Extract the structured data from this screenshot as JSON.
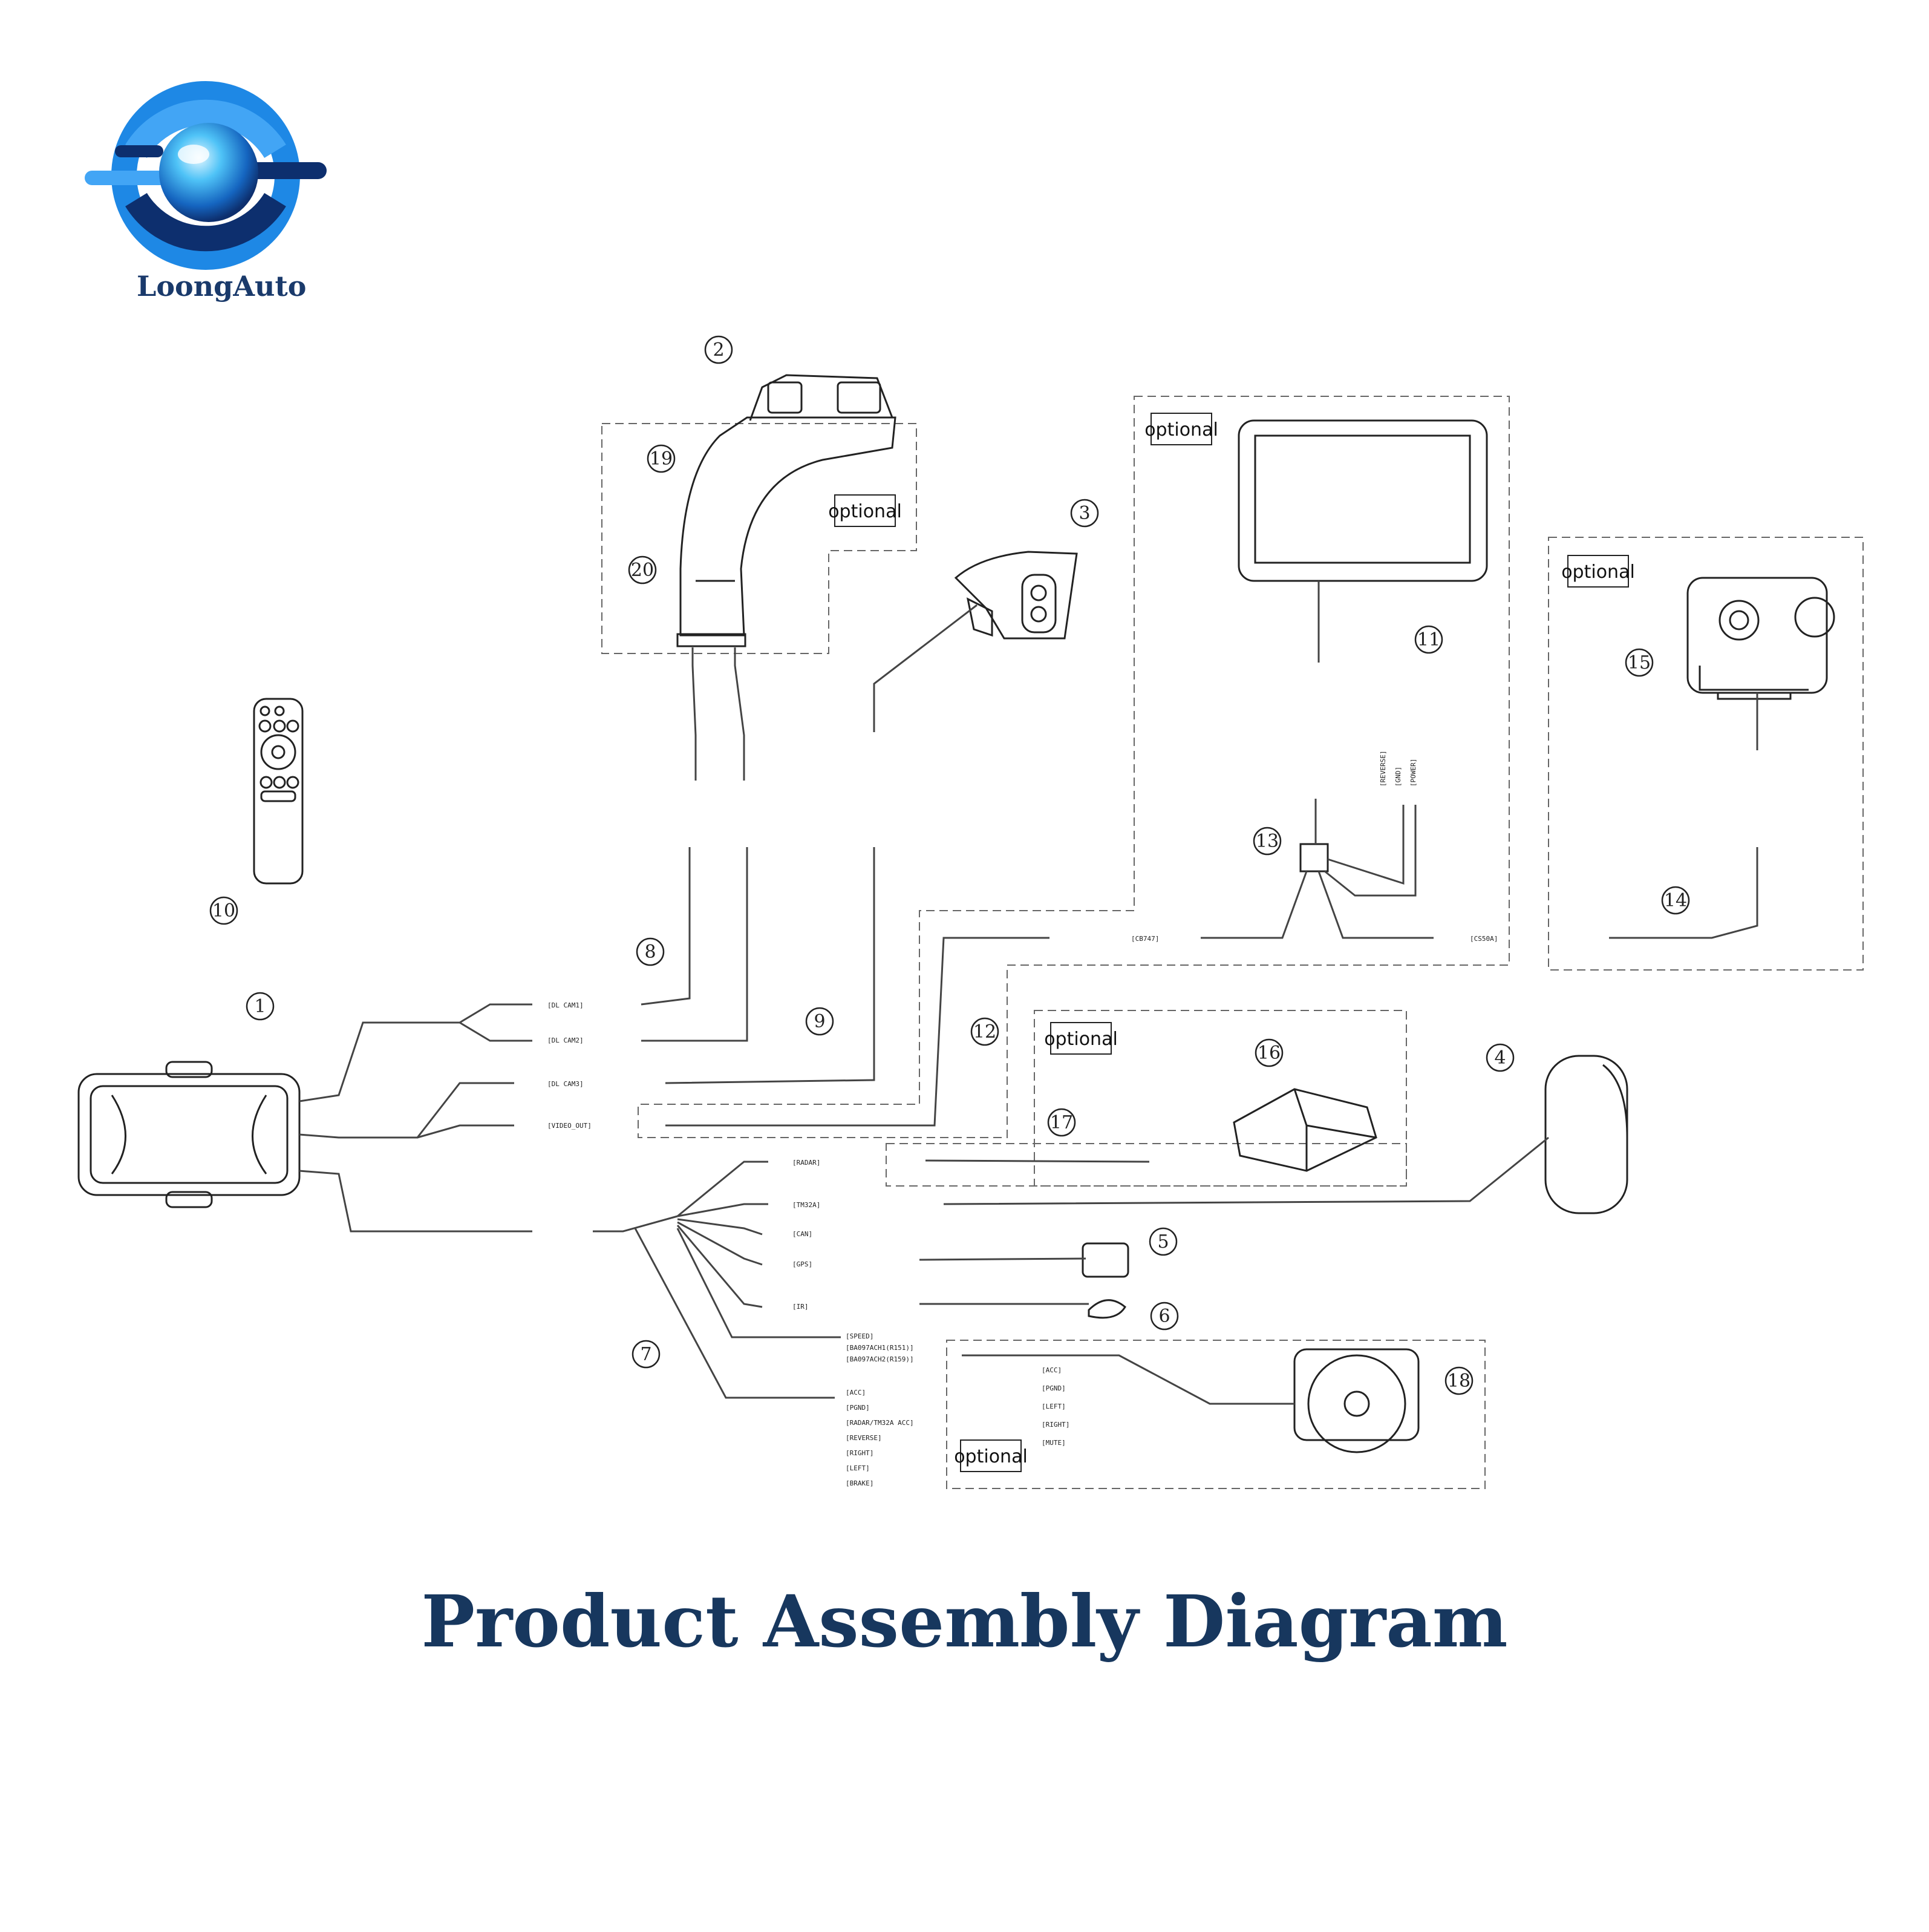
{
  "brand": {
    "name": "LoongAuto",
    "colors": {
      "primary": "#1e88e5",
      "dark": "#0d2f6e",
      "light": "#4fc3f7"
    }
  },
  "title": "Product Assembly Diagram",
  "optional_label": "optional",
  "callouts": [
    "1",
    "2",
    "3",
    "4",
    "5",
    "6",
    "7",
    "8",
    "9",
    "10",
    "11",
    "12",
    "13",
    "14",
    "15",
    "16",
    "17",
    "18",
    "19",
    "20"
  ],
  "connector_labels": {
    "dl_cam1": "[DL CAM1]",
    "dl_cam2": "[DL CAM2]",
    "dl_cam3": "[DL CAM3]",
    "video_out": "[VIDEO_OUT]",
    "cb747": "[CB747]",
    "cs50a": "[CS50A]",
    "radar": "[RADAR]",
    "tm32a": "[TM32A]",
    "can": "[CAN]",
    "gps": "[GPS]",
    "ir": "[IR]",
    "speed": "[SPEED]",
    "ba097ach1": "[BA097ACH1(R151)]",
    "ba097ach2": "[BA097ACH2(R159)]",
    "acc": "[ACC]",
    "pgnd": "[PGND]",
    "radar_tm32a_acc": "[RADAR/TM32A ACC]",
    "reverse": "[REVERSE]",
    "right": "[RIGHT]",
    "left": "[LEFT]",
    "brake": "[BRAKE]",
    "screen_reverse": "[REVERSE]",
    "screen_gnd": "[GND]",
    "screen_power": "[POWER]",
    "speaker_acc": "[ACC]",
    "speaker_pgnd": "[PGND]",
    "speaker_left": "[LEFT]",
    "speaker_right": "[RIGHT]",
    "speaker_mute": "[MUTE]"
  }
}
